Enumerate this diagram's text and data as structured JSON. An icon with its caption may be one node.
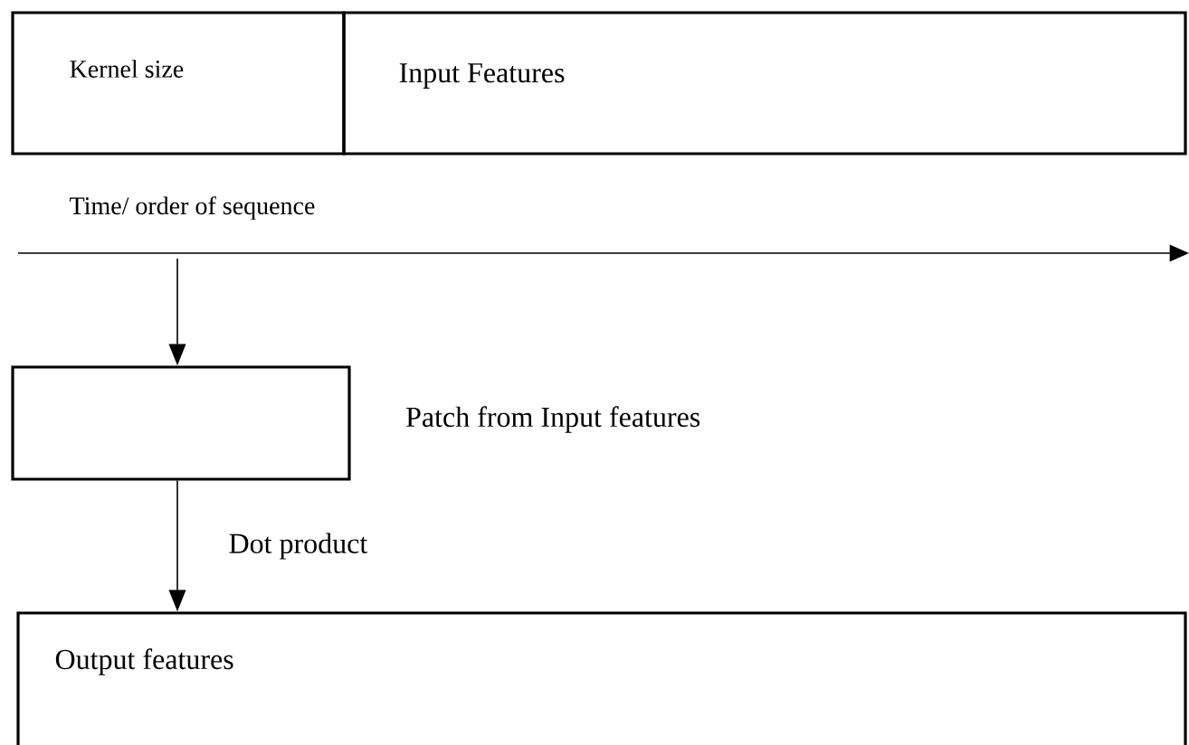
{
  "diagram": {
    "nodes": [
      {
        "text": [
          "Kernel size"
        ]
      },
      {
        "text": [
          "Input Features"
        ]
      },
      {
        "text": [],
        "shape": "box",
        "beside": [
          "Patch from Input features"
        ]
      },
      {
        "text": [
          "Output features"
        ]
      }
    ],
    "edges": [
      {
        "from": null,
        "to": 2,
        "arrow": "to"
      },
      {
        "from": 2,
        "to": 3,
        "arrow": "to",
        "label": "Dot product"
      }
    ],
    "labels": [
      "Time/ order of sequence"
    ]
  }
}
